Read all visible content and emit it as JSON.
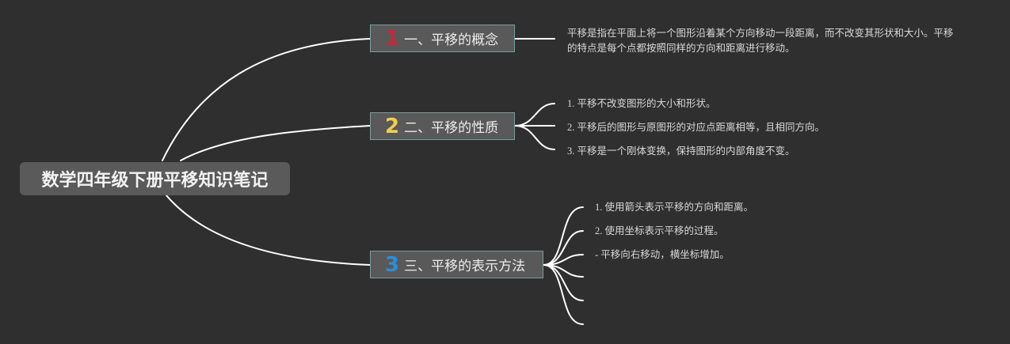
{
  "root": {
    "title": "数学四年级下册平移知识笔记"
  },
  "branches": [
    {
      "num": "1",
      "num_color": "#c8283a",
      "label": "一、平移的概念"
    },
    {
      "num": "2",
      "num_color": "#f2cf4a",
      "label": "二、平移的性质"
    },
    {
      "num": "3",
      "num_color": "#2a8fd8",
      "label": "三、平移的表示方法"
    }
  ],
  "b1_leaves": [
    "平移是指在平面上将一个图形沿着某个方向移动一段距离，而不改变其形状和大小。平移的特点是每个点都按照同样的方向和距离进行移动。"
  ],
  "b2_leaves": [
    "1. 平移不改变图形的大小和形状。",
    "2. 平移后的图形与原图形的对应点距离相等，且相同方向。",
    "3. 平移是一个刚体变换，保持图形的内部角度不变。"
  ],
  "b3_leaves": [
    "1. 使用箭头表示平移的方向和距离。",
    "2. 使用坐标表示平移的过程。",
    "- 平移向右移动，横坐标增加。",
    "",
    "",
    ""
  ]
}
